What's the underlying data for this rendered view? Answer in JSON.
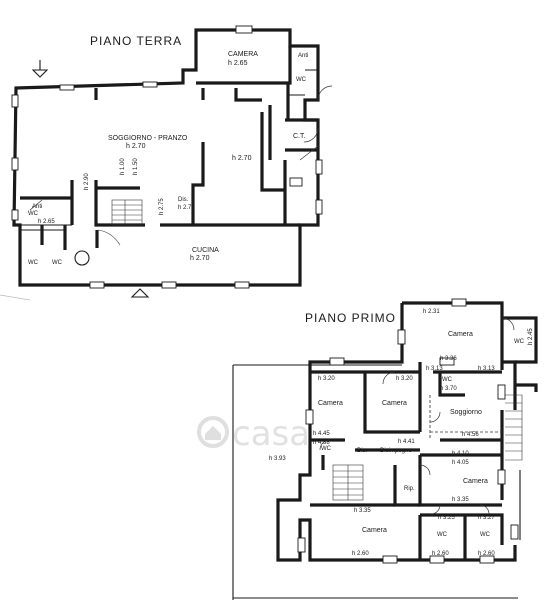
{
  "drawing": {
    "ground_floor_title": "PIANO TERRA",
    "first_floor_title": "PIANO PRIMO",
    "watermark": "casa",
    "ground": {
      "camera": "CAMERA",
      "camera_h": "h 2.65",
      "anti_top": "Anti",
      "wc_top": "WC",
      "ct": "C.T.",
      "soggiorno": "SOGGIORNO - PRANZO",
      "soggiorno_h": "h 2.70",
      "right_h": "h 2.70",
      "h_290": "h 2.90",
      "h_100": "h 1.00",
      "h_150": "h 1.50",
      "h_275v": "h 2.75",
      "dis": "Dis.",
      "dis_h": "h 2.75",
      "anti_left": "Anti",
      "wc_left": "WC",
      "wc_left_h": "h 2.65",
      "wc_a": "WC",
      "wc_b": "WC",
      "cucina": "CUCINA",
      "cucina_h": "h 2.70"
    },
    "first": {
      "h_231": "h 2.31",
      "camera_top": "Camera",
      "h_336": "h 3.36",
      "h_245": "h 2.45",
      "wc_stair": "WC",
      "h_320a": "h 3.20",
      "h_320b": "h 3.20",
      "h_313a": "h 3.13",
      "h_313b": "h 3.13",
      "wc_mid": "WC",
      "h_370": "h 3.70",
      "camera_a": "Camera",
      "camera_b": "Camera",
      "soggiorno": "Soggiorno",
      "h_445": "h 4.45",
      "h_456": "h 4.56",
      "h_438": "h 4.38",
      "h_441": "h 4.41",
      "h_410": "h 4.10",
      "h_393": "h 3.93",
      "wc_dis": "WC",
      "dis": "Dis.",
      "disimpegno": "Disimpegno",
      "h_405": "h 4.05",
      "camera_c": "Camera",
      "rip": "Rip.",
      "h_335a": "h 3.35",
      "h_335b": "h 3.35",
      "h_325": "h 3.25",
      "h_327": "h 3.27",
      "camera_d": "Camera",
      "wc_b1": "WC",
      "wc_b2": "WC",
      "h_260a": "h 2.60",
      "h_260b": "h 2.60",
      "h_260c": "h 2.60"
    }
  }
}
